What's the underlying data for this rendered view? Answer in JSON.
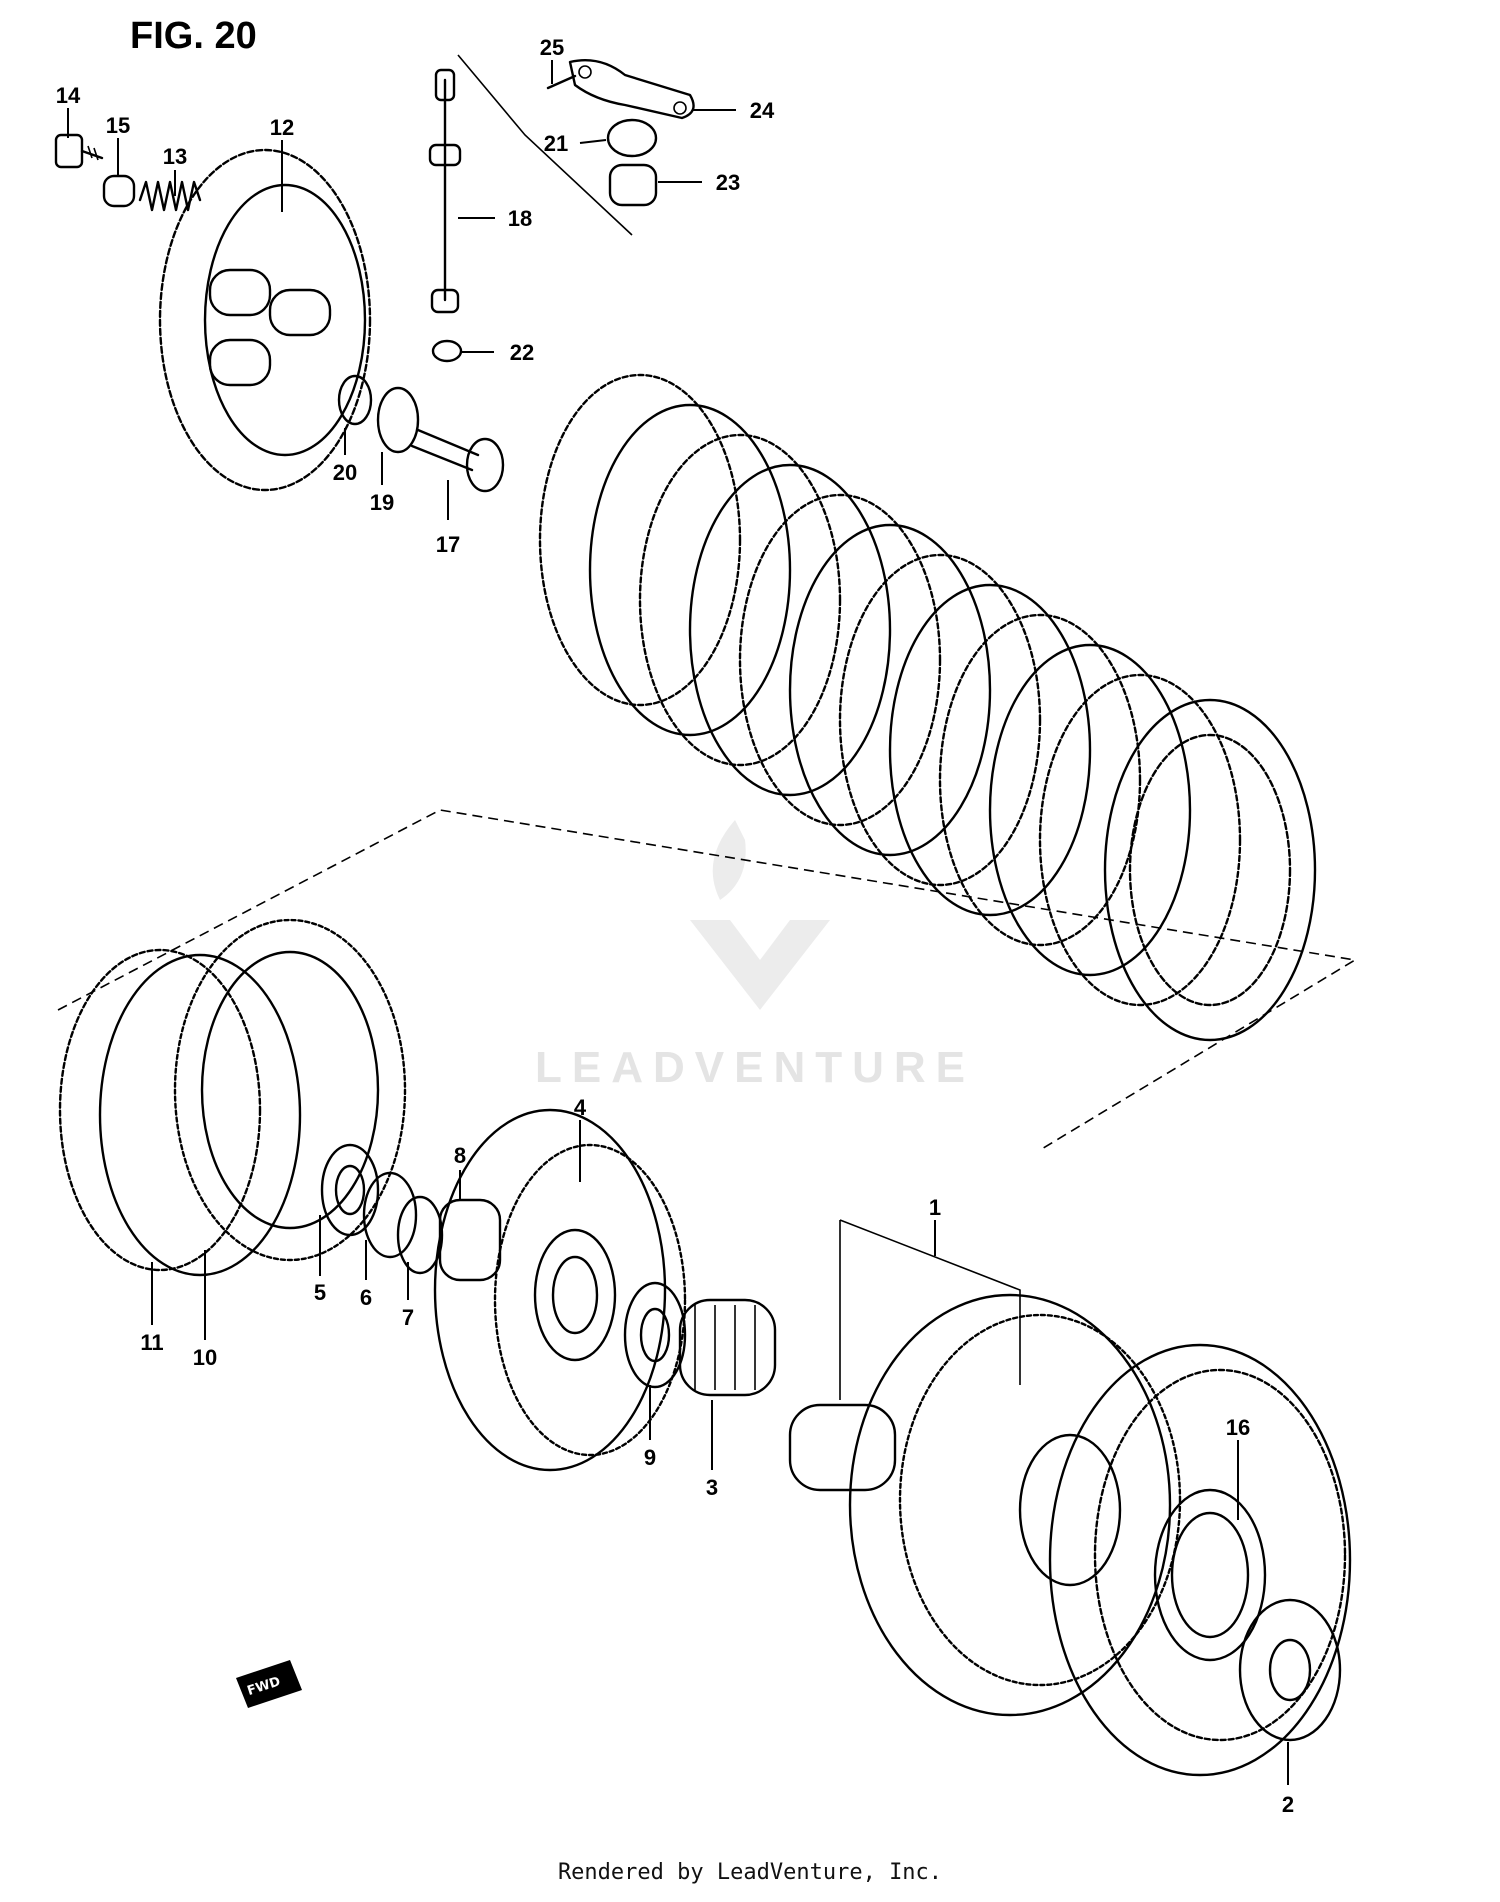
{
  "figure_title": "FIG. 20",
  "watermark": "LEADVENTURE",
  "footer": "Rendered by LeadVenture, Inc.",
  "fwd_badge": "FWD",
  "callouts": [
    "1",
    "2",
    "3",
    "4",
    "5",
    "6",
    "7",
    "8",
    "9",
    "10",
    "11",
    "12",
    "13",
    "14",
    "15",
    "16",
    "17",
    "18",
    "19",
    "20",
    "21",
    "22",
    "23",
    "24",
    "25"
  ]
}
